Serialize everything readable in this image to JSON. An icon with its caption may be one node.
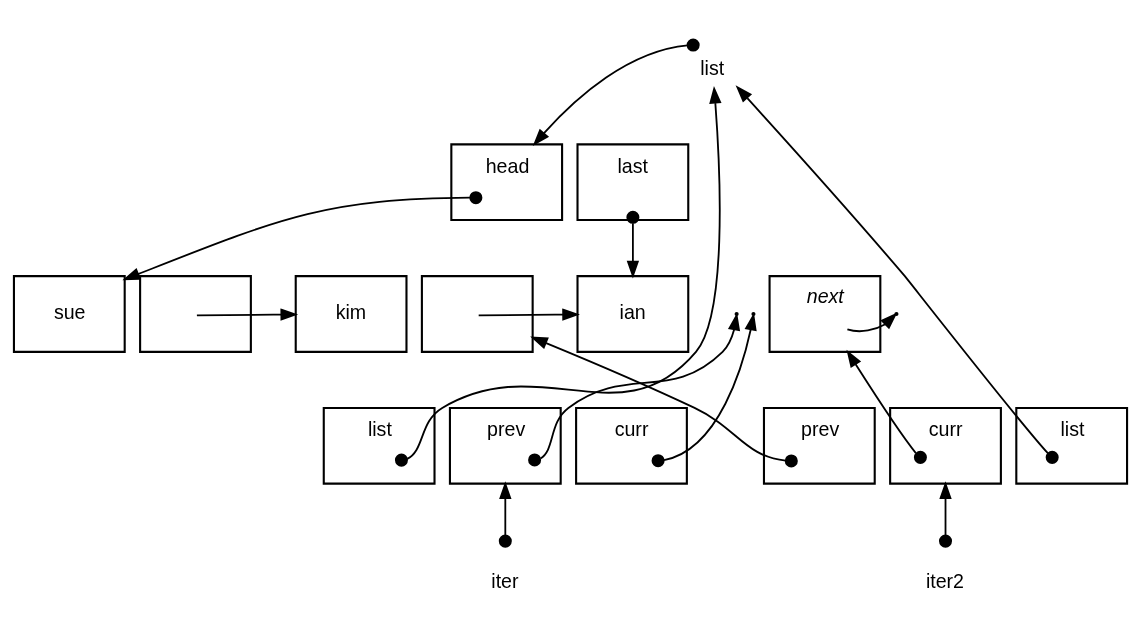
{
  "diagram": {
    "nodes": [
      {
        "text": [
          "list"
        ]
      },
      {
        "text": [
          "head"
        ]
      },
      {
        "text": [
          "last"
        ]
      },
      {
        "text": [
          "sue"
        ]
      },
      {
        "text": [],
        "shape": "box"
      },
      {
        "text": [
          "kim"
        ]
      },
      {
        "text": [],
        "shape": "box"
      },
      {
        "text": [
          "ian"
        ]
      },
      {
        "text": [
          "next"
        ]
      },
      {
        "text": [
          "list"
        ]
      },
      {
        "text": [
          "prev"
        ]
      },
      {
        "text": [
          "curr"
        ]
      },
      {
        "text": [
          "iter"
        ]
      },
      {
        "text": [
          "prev"
        ]
      },
      {
        "text": [
          "curr"
        ]
      },
      {
        "text": [
          "list"
        ]
      },
      {
        "text": [
          "iter2"
        ]
      }
    ],
    "edges": [
      {
        "from": 0,
        "to": 1,
        "arrow": "to"
      },
      {
        "from": 1,
        "to": 3,
        "arrow": "to"
      },
      {
        "from": 2,
        "to": 7,
        "arrow": "to"
      },
      {
        "from": 4,
        "to": 5,
        "arrow": "to"
      },
      {
        "from": 6,
        "to": 7,
        "arrow": "to"
      },
      {
        "from": 8,
        "to": null,
        "arrow": "to"
      },
      {
        "from": 9,
        "to": 0,
        "arrow": "to"
      },
      {
        "from": 10,
        "to": null,
        "arrow": "to"
      },
      {
        "from": 11,
        "to": null,
        "arrow": "to"
      },
      {
        "from": 12,
        "to": 10,
        "arrow": "to"
      },
      {
        "from": 13,
        "to": 6,
        "arrow": "to"
      },
      {
        "from": 14,
        "to": 8,
        "arrow": "to"
      },
      {
        "from": 15,
        "to": 0,
        "arrow": "to"
      },
      {
        "from": 16,
        "to": 14,
        "arrow": "to"
      }
    ]
  }
}
